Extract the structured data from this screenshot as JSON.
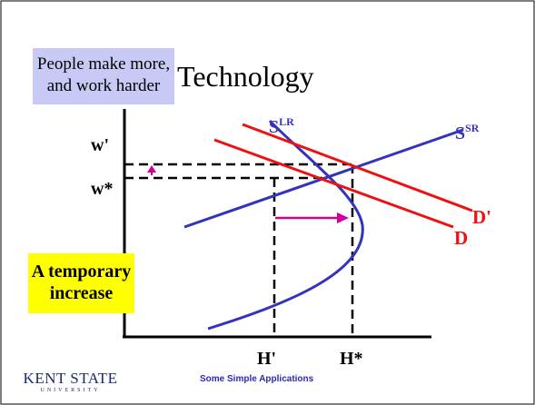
{
  "slide": {
    "title": "Technology",
    "callout_top": {
      "line1": "People make more,",
      "line2": "and work harder"
    },
    "callout_bottom": {
      "line1": "A temporary",
      "line2": "increase"
    },
    "footer": "Some Simple Applications",
    "logo": {
      "main": "KENT STATE",
      "sub": "UNIVERSITY"
    }
  },
  "labels": {
    "w_prime": "w'",
    "w_star": "w*",
    "h_prime": "H'",
    "h_star": "H*",
    "s_lr_base": "S",
    "s_lr_sup": "LR",
    "s_sr_base": "S",
    "s_sr_sup": "SR",
    "d": "D",
    "d_prime": "D'"
  },
  "colors": {
    "supply_curve": "#3333bb",
    "demand_curve": "#ee1111",
    "shift_arrow": "#cc0099",
    "callout_top_bg": "#c9c9f5",
    "callout_bottom_bg": "#ffff00"
  }
}
